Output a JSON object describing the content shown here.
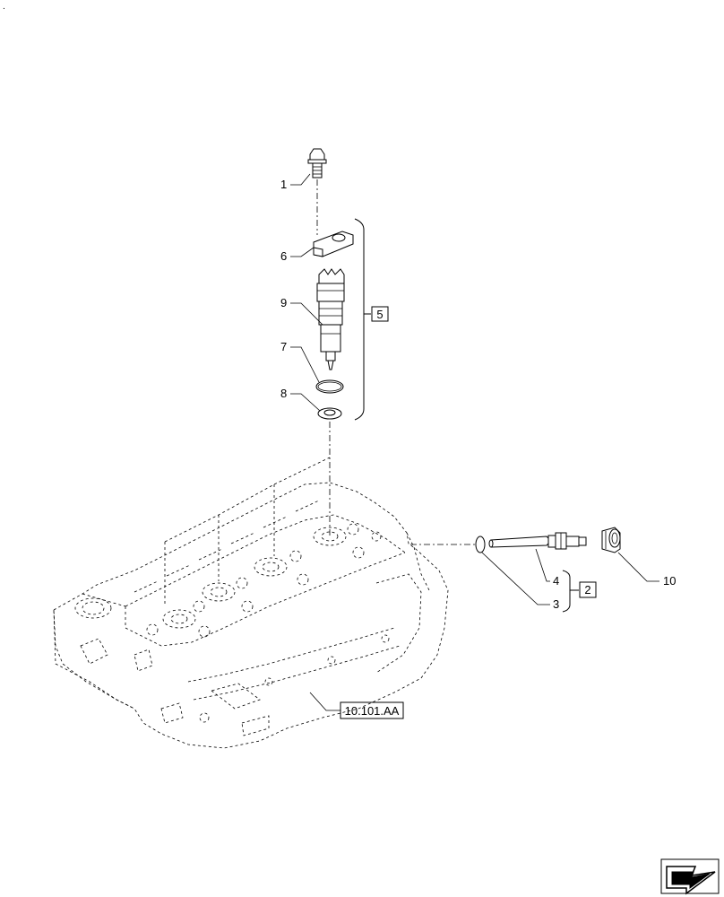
{
  "callouts": {
    "c1": "1",
    "c6": "6",
    "c9": "9",
    "c7": "7",
    "c8": "8",
    "c4": "4",
    "c3": "3",
    "c10": "10"
  },
  "kits": {
    "k5": "5",
    "k2": "2"
  },
  "reference": {
    "label": "10.101.AA"
  },
  "corner_mark": "."
}
